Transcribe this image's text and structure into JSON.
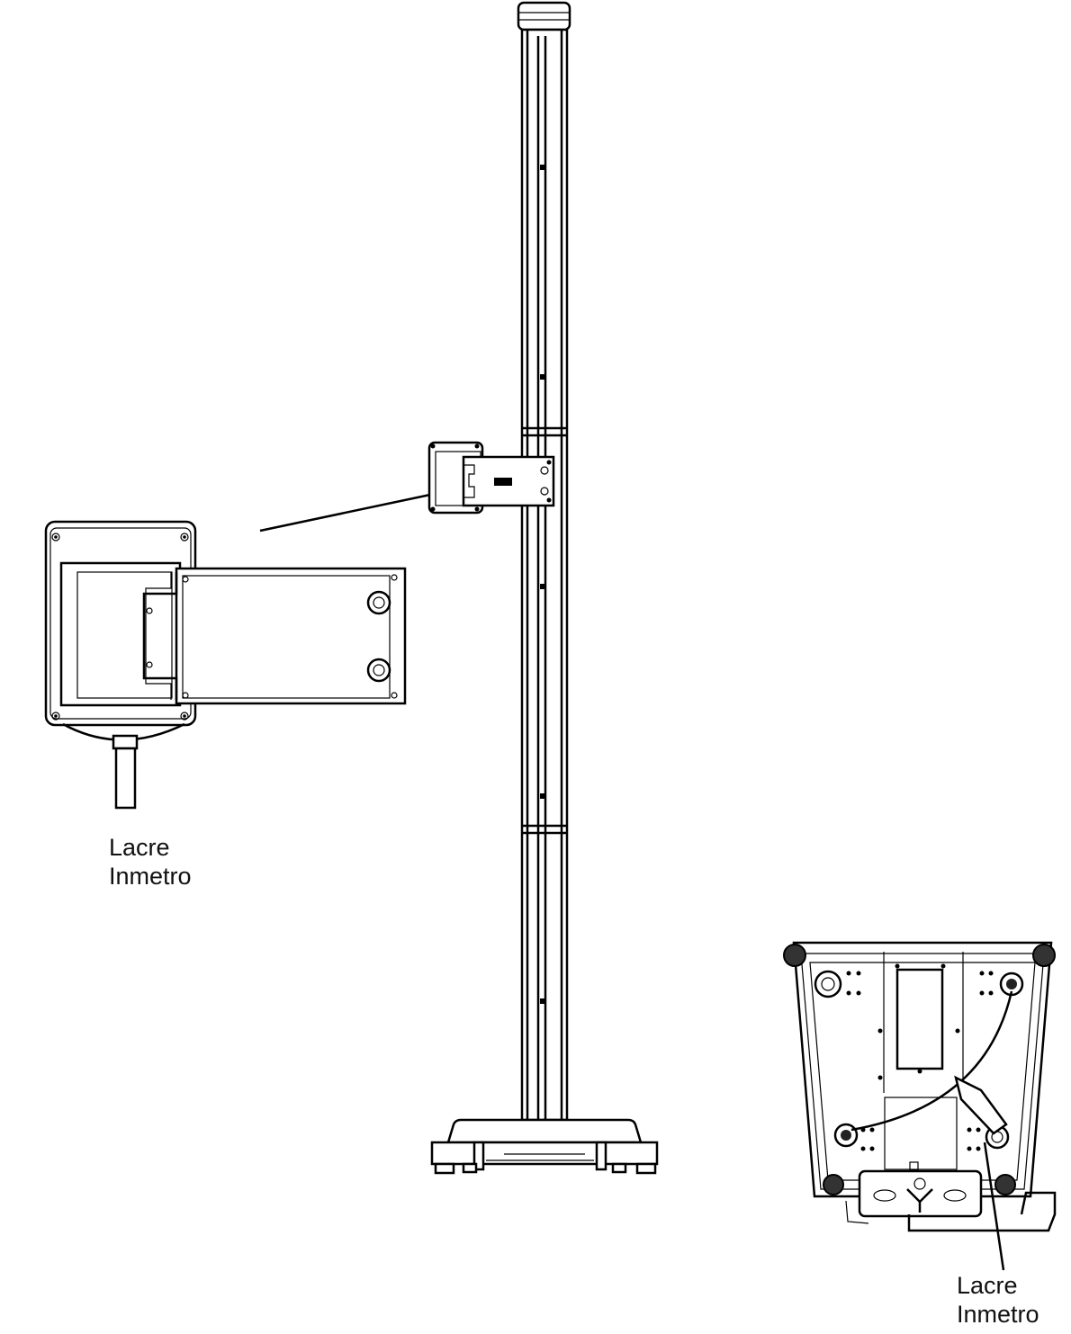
{
  "figure": {
    "title": "",
    "labels": {
      "left_label_line1": "Lacre",
      "left_label_line2": "Inmetro",
      "right_label_line1": "Lacre",
      "right_label_line2": "Inmetro"
    }
  }
}
